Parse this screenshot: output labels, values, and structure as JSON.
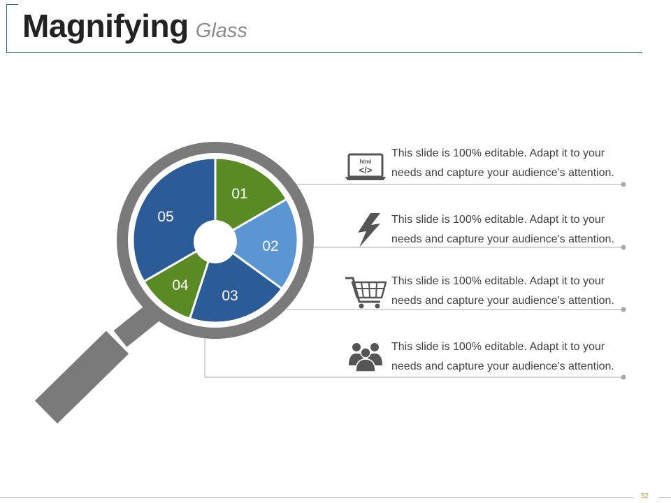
{
  "title": {
    "main": "Magnifying",
    "sub": "Glass"
  },
  "colors": {
    "dark_blue": "#2b5c97",
    "light_blue": "#5b96d3",
    "green": "#5a8a23",
    "gray": "#7a7a7a",
    "line": "#a8a8a8"
  },
  "segments": [
    {
      "label": "01",
      "color": "#5a8a23"
    },
    {
      "label": "02",
      "color": "#5b96d3"
    },
    {
      "label": "03",
      "color": "#2b5c97"
    },
    {
      "label": "04",
      "color": "#5a8a23"
    },
    {
      "label": "05",
      "color": "#2b5c97"
    }
  ],
  "items": [
    {
      "icon": "html-laptop-icon",
      "icon_text": "html",
      "icon_code": "</>",
      "line1": "This slide is 100% editable. Adapt it to your",
      "line2": "needs and capture your audience's attention."
    },
    {
      "icon": "lightning-icon",
      "line1": "This slide is 100% editable. Adapt it to your",
      "line2": "needs and capture your audience's attention."
    },
    {
      "icon": "shopping-cart-icon",
      "line1": "This slide is 100% editable. Adapt it to your",
      "line2": "needs and capture your audience's attention."
    },
    {
      "icon": "people-group-icon",
      "line1": "This slide is 100% editable. Adapt it to your",
      "line2": "needs and capture your audience's attention."
    }
  ],
  "page_number": "52"
}
